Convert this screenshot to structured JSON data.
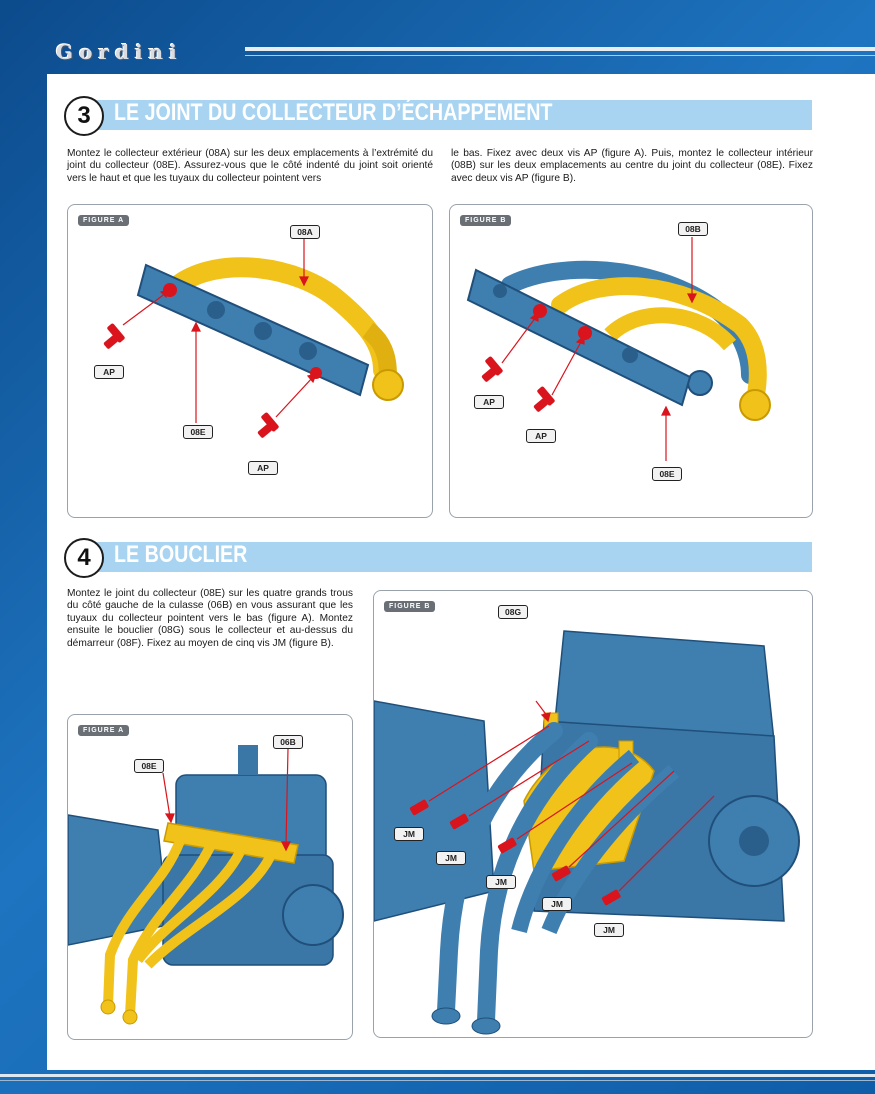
{
  "header": {
    "brand": "Gordini"
  },
  "step3": {
    "number": "3",
    "title": "LE JOINT DU COLLECTEUR D’ÉCHAPPEMENT",
    "text_left": "Montez le collecteur extérieur (08A) sur les deux emplacements à l’extrémité du joint du collecteur (08E). Assurez-vous que le côté indenté du joint soit orienté vers le haut et que les tuyaux du collecteur pointent vers",
    "text_right": "le bas. Fixez avec deux vis AP (figure A). Puis, montez le collecteur intérieur (08B) sur les deux emplacements au centre du joint du collecteur (08E). Fixez avec deux vis AP (figure B).",
    "figure_a": {
      "tag": "FIGURE A",
      "labels": {
        "top": "08A",
        "screw1": "AP",
        "joint": "08E",
        "screw2": "AP"
      }
    },
    "figure_b": {
      "tag": "FIGURE B",
      "labels": {
        "top": "08B",
        "screw1": "AP",
        "screw2": "AP",
        "joint": "08E"
      }
    }
  },
  "step4": {
    "number": "4",
    "title": "LE BOUCLIER",
    "text": "Montez le joint du collecteur (08E) sur les quatre grands trous du côté gauche de la culasse (06B) en vous assurant que les tuyaux du collecteur pointent vers le bas (figure A). Montez ensuite le bouclier (08G) sous le collecteur et au-dessus du démarreur (08F). Fixez au moyen de cinq vis JM (figure B).",
    "figure_a": {
      "tag": "FIGURE A",
      "labels": {
        "joint": "08E",
        "head": "06B"
      }
    },
    "figure_b": {
      "tag": "FIGURE B",
      "labels": {
        "shield": "08G",
        "jm1": "JM",
        "jm2": "JM",
        "jm3": "JM",
        "jm4": "JM",
        "jm5": "JM"
      }
    }
  },
  "colors": {
    "part_blue": "#3f7fb0",
    "part_yellow": "#f0c21a",
    "screw_red": "#d9141c",
    "title_bar": "#a8d4f2"
  }
}
